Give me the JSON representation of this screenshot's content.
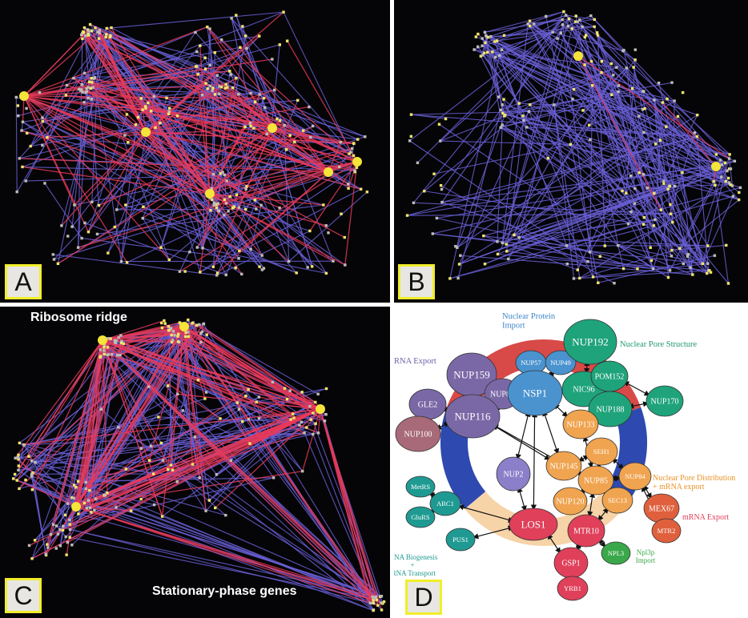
{
  "panels": {
    "a": {
      "letter": "A"
    },
    "b": {
      "letter": "B"
    },
    "c": {
      "letter": "C",
      "callout_top": "Ribosome ridge",
      "callout_bottom": "Stationary-phase genes"
    },
    "d": {
      "letter": "D",
      "group_labels": {
        "nuclear_protein_import": [
          "Nuclear Protein",
          "Import"
        ],
        "nuclear_pore_structure": "Nuclear Pore Structure",
        "rna_export": "RNA Export",
        "pore_distribution": [
          "Nuclear Pore Distribution",
          "+ mRNA export"
        ],
        "mrna_export": "mRNA Export",
        "trna": [
          "tRNA Biogenesis",
          "+",
          "tRNA Transport"
        ],
        "npl3_import": [
          "Npl3p",
          "Import"
        ]
      },
      "nodes": [
        {
          "id": "NUP159",
          "label": "NUP159",
          "color": "#7a68a6"
        },
        {
          "id": "NUP82",
          "label": "NUP82",
          "color": "#7a68a6"
        },
        {
          "id": "NUP116",
          "label": "NUP116",
          "color": "#7a68a6"
        },
        {
          "id": "GLE2",
          "label": "GLE2",
          "color": "#7a68a6"
        },
        {
          "id": "NUP100",
          "label": "NUP100",
          "color": "#a86a78"
        },
        {
          "id": "NUP57",
          "label": "NUP57",
          "color": "#4a93cf"
        },
        {
          "id": "NUP49",
          "label": "NUP49",
          "color": "#4a93cf"
        },
        {
          "id": "NSP1",
          "label": "NSP1",
          "color": "#4a93cf"
        },
        {
          "id": "NUP192",
          "label": "NUP192",
          "color": "#1fa37a"
        },
        {
          "id": "NIC96",
          "label": "NIC96",
          "color": "#1fa37a"
        },
        {
          "id": "POM152",
          "label": "POM152",
          "color": "#1fa37a"
        },
        {
          "id": "NUP188",
          "label": "NUP188",
          "color": "#1fa37a"
        },
        {
          "id": "NUP170",
          "label": "NUP170",
          "color": "#1fa37a"
        },
        {
          "id": "NUP133",
          "label": "NUP133",
          "color": "#f0a450"
        },
        {
          "id": "SEH1",
          "label": "SEH1",
          "color": "#f0a450"
        },
        {
          "id": "NUP145",
          "label": "NUP145",
          "color": "#f0a450"
        },
        {
          "id": "NUP2",
          "label": "NUP2",
          "color": "#8b7fc9"
        },
        {
          "id": "NUP85",
          "label": "NUP85",
          "color": "#f0a450"
        },
        {
          "id": "NUP84",
          "label": "NUP84",
          "color": "#f0a450"
        },
        {
          "id": "NUP120",
          "label": "NUP120",
          "color": "#f0a450"
        },
        {
          "id": "SEC13",
          "label": "SEC13",
          "color": "#f0a450"
        },
        {
          "id": "MEX67",
          "label": "MEX67",
          "color": "#e0603e"
        },
        {
          "id": "MTR2",
          "label": "MTR2",
          "color": "#e0603e"
        },
        {
          "id": "MetRS",
          "label": "MetRS",
          "color": "#1f9a92"
        },
        {
          "id": "ARC1",
          "label": "ARC1",
          "color": "#1f9a92"
        },
        {
          "id": "GluRS",
          "label": "GluRS",
          "color": "#1f9a92"
        },
        {
          "id": "PUS1",
          "label": "PUS1",
          "color": "#1f9a92"
        },
        {
          "id": "LOS1",
          "label": "LOS1",
          "color": "#e0405a"
        },
        {
          "id": "MTR10",
          "label": "MTR10",
          "color": "#e0405a"
        },
        {
          "id": "NPL3",
          "label": "NPL3",
          "color": "#3aa84a"
        },
        {
          "id": "GSP1",
          "label": "GSP1",
          "color": "#e0405a"
        },
        {
          "id": "YRB1",
          "label": "YRB1",
          "color": "#e0405a"
        }
      ],
      "edges": [
        [
          "NUP159",
          "NUP116"
        ],
        [
          "NUP82",
          "NUP116"
        ],
        [
          "GLE2",
          "NUP116"
        ],
        [
          "NUP100",
          "NUP116"
        ],
        [
          "NUP57",
          "NSP1"
        ],
        [
          "NUP49",
          "NSP1"
        ],
        [
          "NUP116",
          "NSP1"
        ],
        [
          "NUP82",
          "NSP1"
        ],
        [
          "NUP192",
          "NIC96"
        ],
        [
          "NIC96",
          "NSP1"
        ],
        [
          "POM152",
          "NUP188"
        ],
        [
          "NIC96",
          "NUP188"
        ],
        [
          "NUP188",
          "NUP170"
        ],
        [
          "POM152",
          "NUP170"
        ],
        [
          "NSP1",
          "NUP133"
        ],
        [
          "NSP1",
          "NUP145"
        ],
        [
          "NSP1",
          "NUP2"
        ],
        [
          "NUP116",
          "NUP145"
        ],
        [
          "NUP116",
          "NUP85"
        ],
        [
          "SEH1",
          "NUP145"
        ],
        [
          "SEH1",
          "NUP85"
        ],
        [
          "NUP145",
          "NUP85"
        ],
        [
          "NUP85",
          "NUP84"
        ],
        [
          "NUP85",
          "NUP120"
        ],
        [
          "NUP85",
          "SEC13"
        ],
        [
          "NUP84",
          "MEX67"
        ],
        [
          "MEX67",
          "MTR2"
        ],
        [
          "NUP85",
          "MTR10"
        ],
        [
          "SEC13",
          "MTR10"
        ],
        [
          "NSP1",
          "LOS1"
        ],
        [
          "NUP2",
          "LOS1"
        ],
        [
          "LOS1",
          "ARC1"
        ],
        [
          "LOS1",
          "PUS1"
        ],
        [
          "LOS1",
          "GSP1"
        ],
        [
          "MTR10",
          "GSP1"
        ],
        [
          "MTR10",
          "NPL3"
        ],
        [
          "GSP1",
          "YRB1"
        ],
        [
          "ARC1",
          "MetRS"
        ],
        [
          "ARC1",
          "GluRS"
        ],
        [
          "NUP133",
          "NUP85"
        ],
        [
          "SEH1",
          "NUP84"
        ],
        [
          "NUP84",
          "MTR2"
        ]
      ],
      "ring_colors": {
        "top": "#d84a48",
        "sides": "#2e49b0",
        "bottom": "#f7d3a8"
      }
    }
  }
}
